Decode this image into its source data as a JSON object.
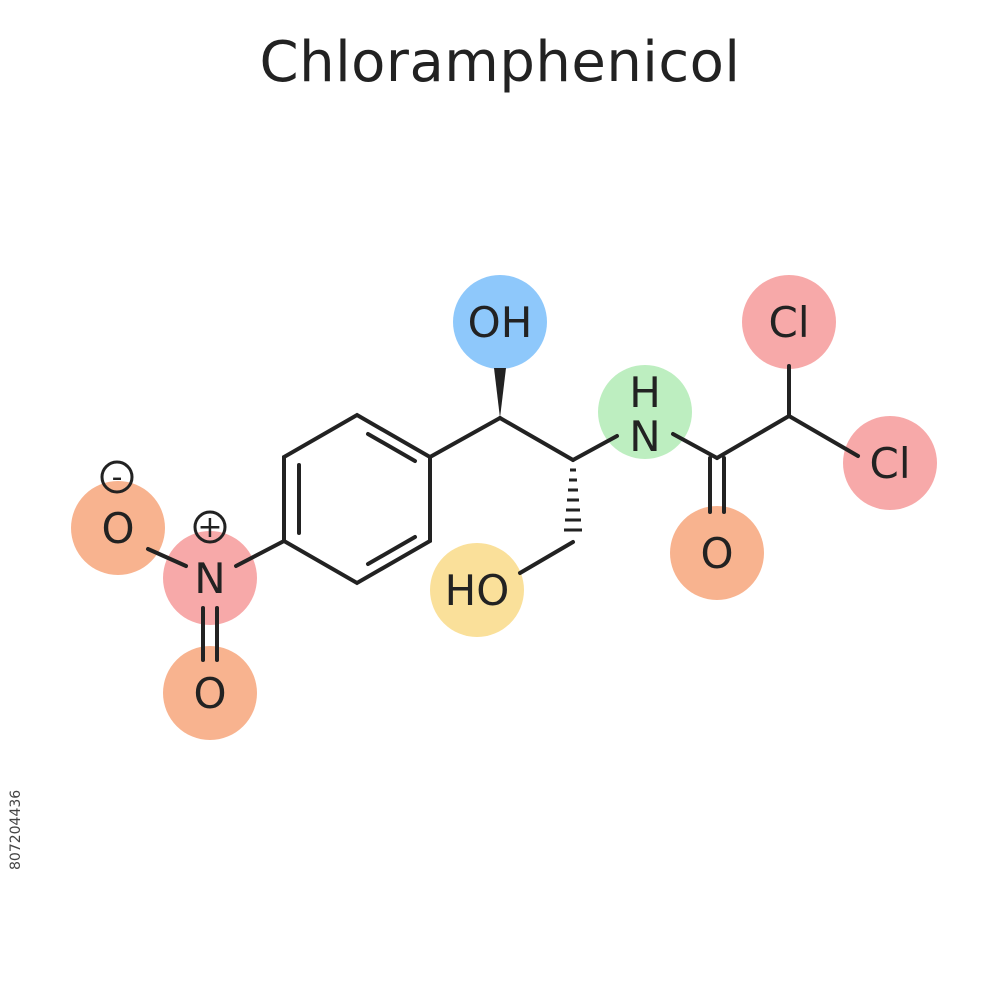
{
  "title": "Chloramphenicol",
  "stock_id": "807204436",
  "colors": {
    "hydroxyl_top": "#8ec8fb",
    "hydroxyl_bottom": "#fae09a",
    "amine": "#bdeec0",
    "chlorine": "#f7a9a9",
    "nitro_nitrogen": "#f7a9a9",
    "oxygen": "#f8b38f",
    "bond": "#222222",
    "text": "#222222"
  },
  "atoms": {
    "oh_top": "OH",
    "nh_h": "H",
    "nh_n": "N",
    "cl_top": "Cl",
    "cl_right": "Cl",
    "carbonyl_o": "O",
    "ho_bottom": "HO",
    "nitro_o_left": "O",
    "nitro_o_bottom": "O",
    "nitro_n": "N",
    "charge_minus": "-",
    "charge_plus": "+"
  }
}
